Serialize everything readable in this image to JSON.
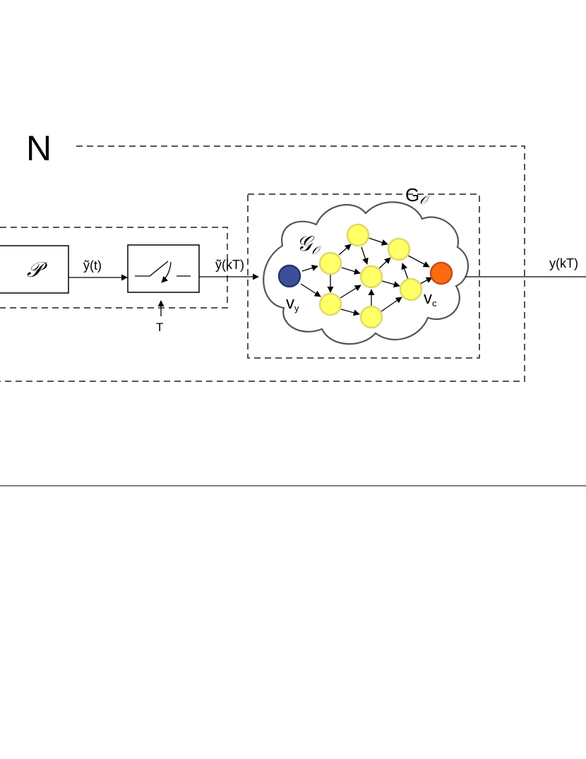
{
  "outer_label": "N",
  "subsystem_label_main": "G",
  "subsystem_label_sub": "𝒪",
  "graph_label_main": "𝒢",
  "graph_label_sub": "𝒪",
  "plant_label": "𝒫",
  "signals": {
    "plant_out": "ỹ(t)",
    "sampler_out": "ỹ(kT)",
    "system_out": "y(kT)",
    "sampling_period": "T"
  },
  "nodes": {
    "input_main": "v",
    "input_sub": "y",
    "output_main": "v",
    "output_sub": "c"
  },
  "colors": {
    "input_node": "#3b4f9a",
    "output_node": "#ff6a10",
    "inner_node": "#ffff66",
    "inner_node_stroke": "#e0d86a"
  }
}
